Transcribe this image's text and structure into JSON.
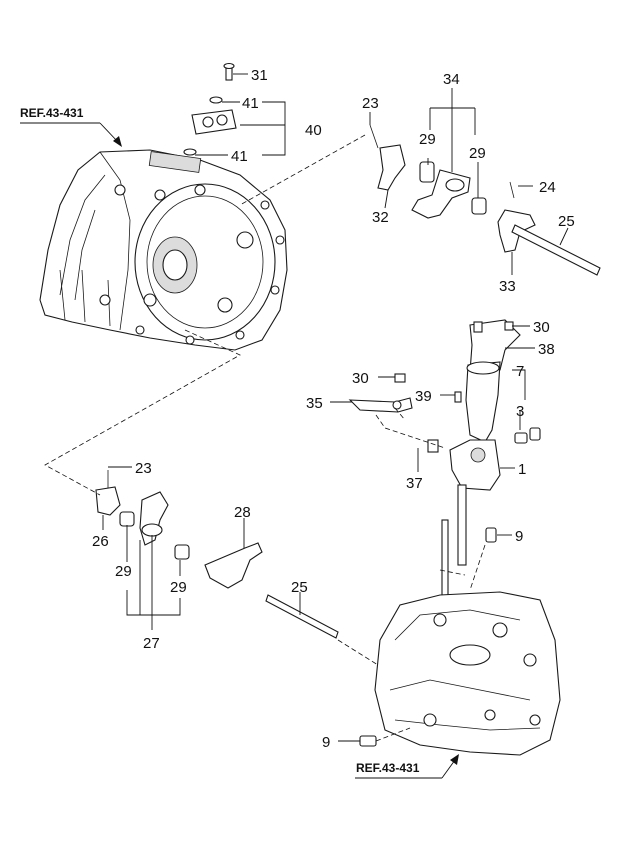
{
  "references": [
    {
      "id": "ref-top",
      "text": "REF.43-431"
    },
    {
      "id": "ref-bottom",
      "text": "REF.43-431"
    }
  ],
  "callouts": [
    {
      "id": "c31",
      "text": "31"
    },
    {
      "id": "c41a",
      "text": "41"
    },
    {
      "id": "c40",
      "text": "40"
    },
    {
      "id": "c41b",
      "text": "41"
    },
    {
      "id": "c34",
      "text": "34"
    },
    {
      "id": "c23a",
      "text": "23"
    },
    {
      "id": "c29a",
      "text": "29"
    },
    {
      "id": "c29b",
      "text": "29"
    },
    {
      "id": "c24",
      "text": "24"
    },
    {
      "id": "c32",
      "text": "32"
    },
    {
      "id": "c25a",
      "text": "25"
    },
    {
      "id": "c33",
      "text": "33"
    },
    {
      "id": "c30a",
      "text": "30"
    },
    {
      "id": "c38",
      "text": "38"
    },
    {
      "id": "c30b",
      "text": "30"
    },
    {
      "id": "c39",
      "text": "39"
    },
    {
      "id": "c7",
      "text": "7"
    },
    {
      "id": "c35",
      "text": "35"
    },
    {
      "id": "c3",
      "text": "3"
    },
    {
      "id": "c1",
      "text": "1"
    },
    {
      "id": "c37",
      "text": "37"
    },
    {
      "id": "c23b",
      "text": "23"
    },
    {
      "id": "c26",
      "text": "26"
    },
    {
      "id": "c28",
      "text": "28"
    },
    {
      "id": "c9a",
      "text": "9"
    },
    {
      "id": "c29c",
      "text": "29"
    },
    {
      "id": "c29d",
      "text": "29"
    },
    {
      "id": "c25b",
      "text": "25"
    },
    {
      "id": "c27",
      "text": "27"
    },
    {
      "id": "c9b",
      "text": "9"
    }
  ]
}
